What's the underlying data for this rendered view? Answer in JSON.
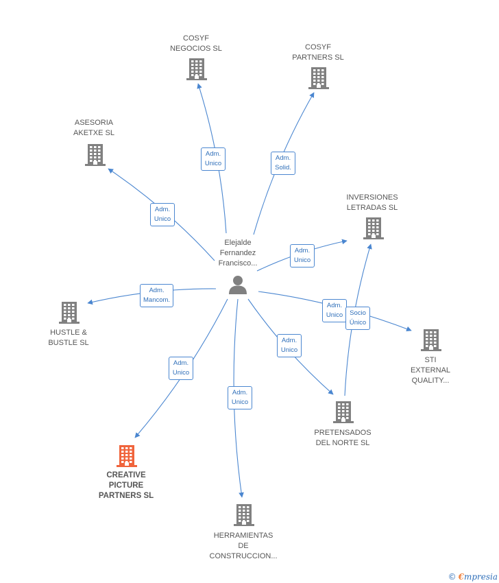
{
  "center": {
    "label": "Elejalde\nFernandez\nFrancisco...",
    "icon": "person-icon"
  },
  "nodes": [
    {
      "id": "cosyf-negocios",
      "label": "COSYF\nNEGOCIOS SL",
      "icon": "building-icon",
      "color": "#808080"
    },
    {
      "id": "cosyf-partners",
      "label": "COSYF\nPARTNERS  SL",
      "icon": "building-icon",
      "color": "#808080"
    },
    {
      "id": "asesoria-aketxe",
      "label": "ASESORIA\nAKETXE  SL",
      "icon": "building-icon",
      "color": "#808080"
    },
    {
      "id": "inversiones-letradas",
      "label": "INVERSIONES\nLETRADAS  SL",
      "icon": "building-icon",
      "color": "#808080"
    },
    {
      "id": "hustle-bustle",
      "label": "HUSTLE &\nBUSTLE  SL",
      "icon": "building-icon",
      "color": "#808080"
    },
    {
      "id": "sti-external",
      "label": "STI\nEXTERNAL\nQUALITY...",
      "icon": "building-icon",
      "color": "#808080"
    },
    {
      "id": "pretensados",
      "label": "PRETENSADOS\nDEL NORTE SL",
      "icon": "building-icon",
      "color": "#808080"
    },
    {
      "id": "creative-picture",
      "label": "CREATIVE\nPICTURE\nPARTNERS  SL",
      "icon": "building-icon",
      "color": "#f0643c",
      "highlight": true
    },
    {
      "id": "herramientas",
      "label": "HERRAMIENTAS\nDE\nCONSTRUCCION...",
      "icon": "building-icon",
      "color": "#808080"
    }
  ],
  "edges": [
    {
      "to": "cosyf-negocios",
      "label": "Adm.\nUnico"
    },
    {
      "to": "cosyf-partners",
      "label": "Adm.\nSolid."
    },
    {
      "to": "asesoria-aketxe",
      "label": "Adm.\nUnico"
    },
    {
      "to": "inversiones-letradas",
      "label": "Adm.\nUnico"
    },
    {
      "to": "hustle-bustle",
      "label": "Adm.\nMancom."
    },
    {
      "to": "sti-external",
      "label": "Adm.\nUnico"
    },
    {
      "to": "pretensados",
      "label": "Adm.\nUnico"
    },
    {
      "to": "creative-picture",
      "label": "Adm.\nUnico"
    },
    {
      "to": "herramientas",
      "label": "Adm.\nUnico"
    },
    {
      "from": "pretensados",
      "to": "inversiones-letradas",
      "label": "Socio\nÚnico"
    }
  ],
  "colors": {
    "edge": "#4a86d0",
    "building": "#808080",
    "highlight": "#f0643c"
  },
  "footer": {
    "copyright": "©",
    "brand_first": "€",
    "brand_rest": "mpresia"
  }
}
